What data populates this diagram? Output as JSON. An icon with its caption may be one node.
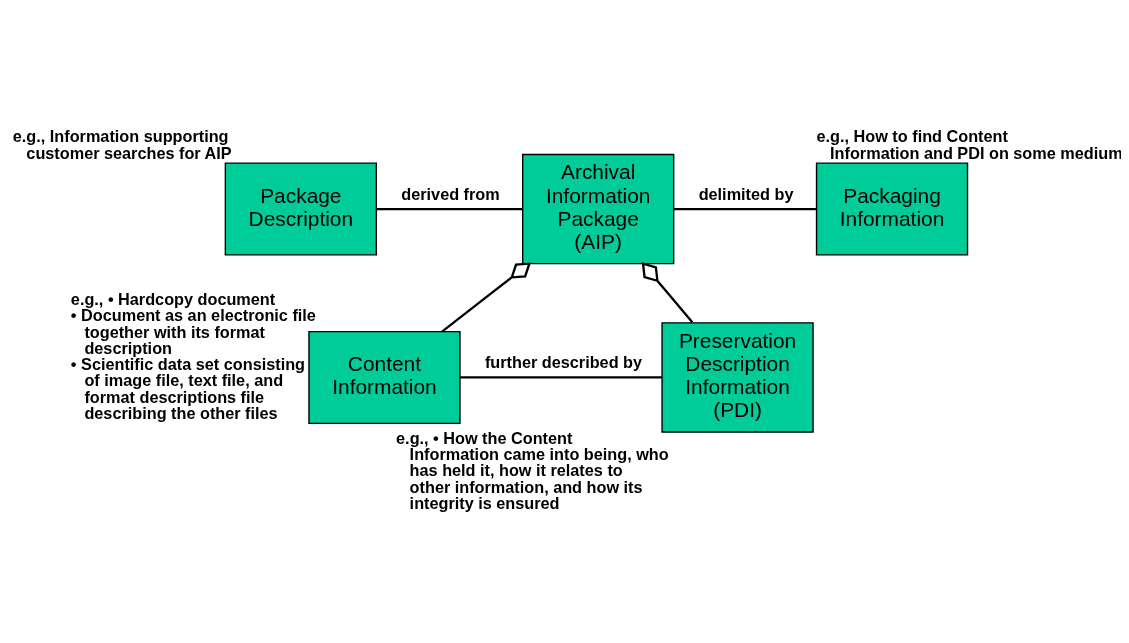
{
  "diagram": {
    "nodes": [
      {
        "text": [
          "Package Description"
        ],
        "beside": [
          "e.g., Information supporting customer searches for AIP"
        ]
      },
      {
        "text": [
          "Archival Information Package (AIP)"
        ]
      },
      {
        "text": [
          "Packaging Information"
        ],
        "beside": [
          "e.g., How to find Content Information and PDI on some medium"
        ]
      },
      {
        "text": [
          "Content Information"
        ],
        "beside": [
          "e.g., • Hardcopy document",
          "• Document as an electronic file together with its format description",
          "• Scientific data set consisting of image file, text file, and format descriptions file describing the other files"
        ]
      },
      {
        "text": [
          "Preservation Description Information (PDI)"
        ],
        "beside": [
          "e.g., • How the Content Information came into being, who has held it, how it relates to other information, and how its integrity is ensured"
        ]
      }
    ],
    "edges": [
      {
        "from": 0,
        "to": 1,
        "arrow": "none",
        "label": "derived from"
      },
      {
        "from": 1,
        "to": 2,
        "arrow": "none",
        "label": "delimited by"
      },
      {
        "from": 1,
        "to": 3,
        "arrow": "other"
      },
      {
        "from": 1,
        "to": 4,
        "arrow": "other"
      },
      {
        "from": 3,
        "to": 4,
        "arrow": "none",
        "label": "further described by"
      }
    ]
  }
}
